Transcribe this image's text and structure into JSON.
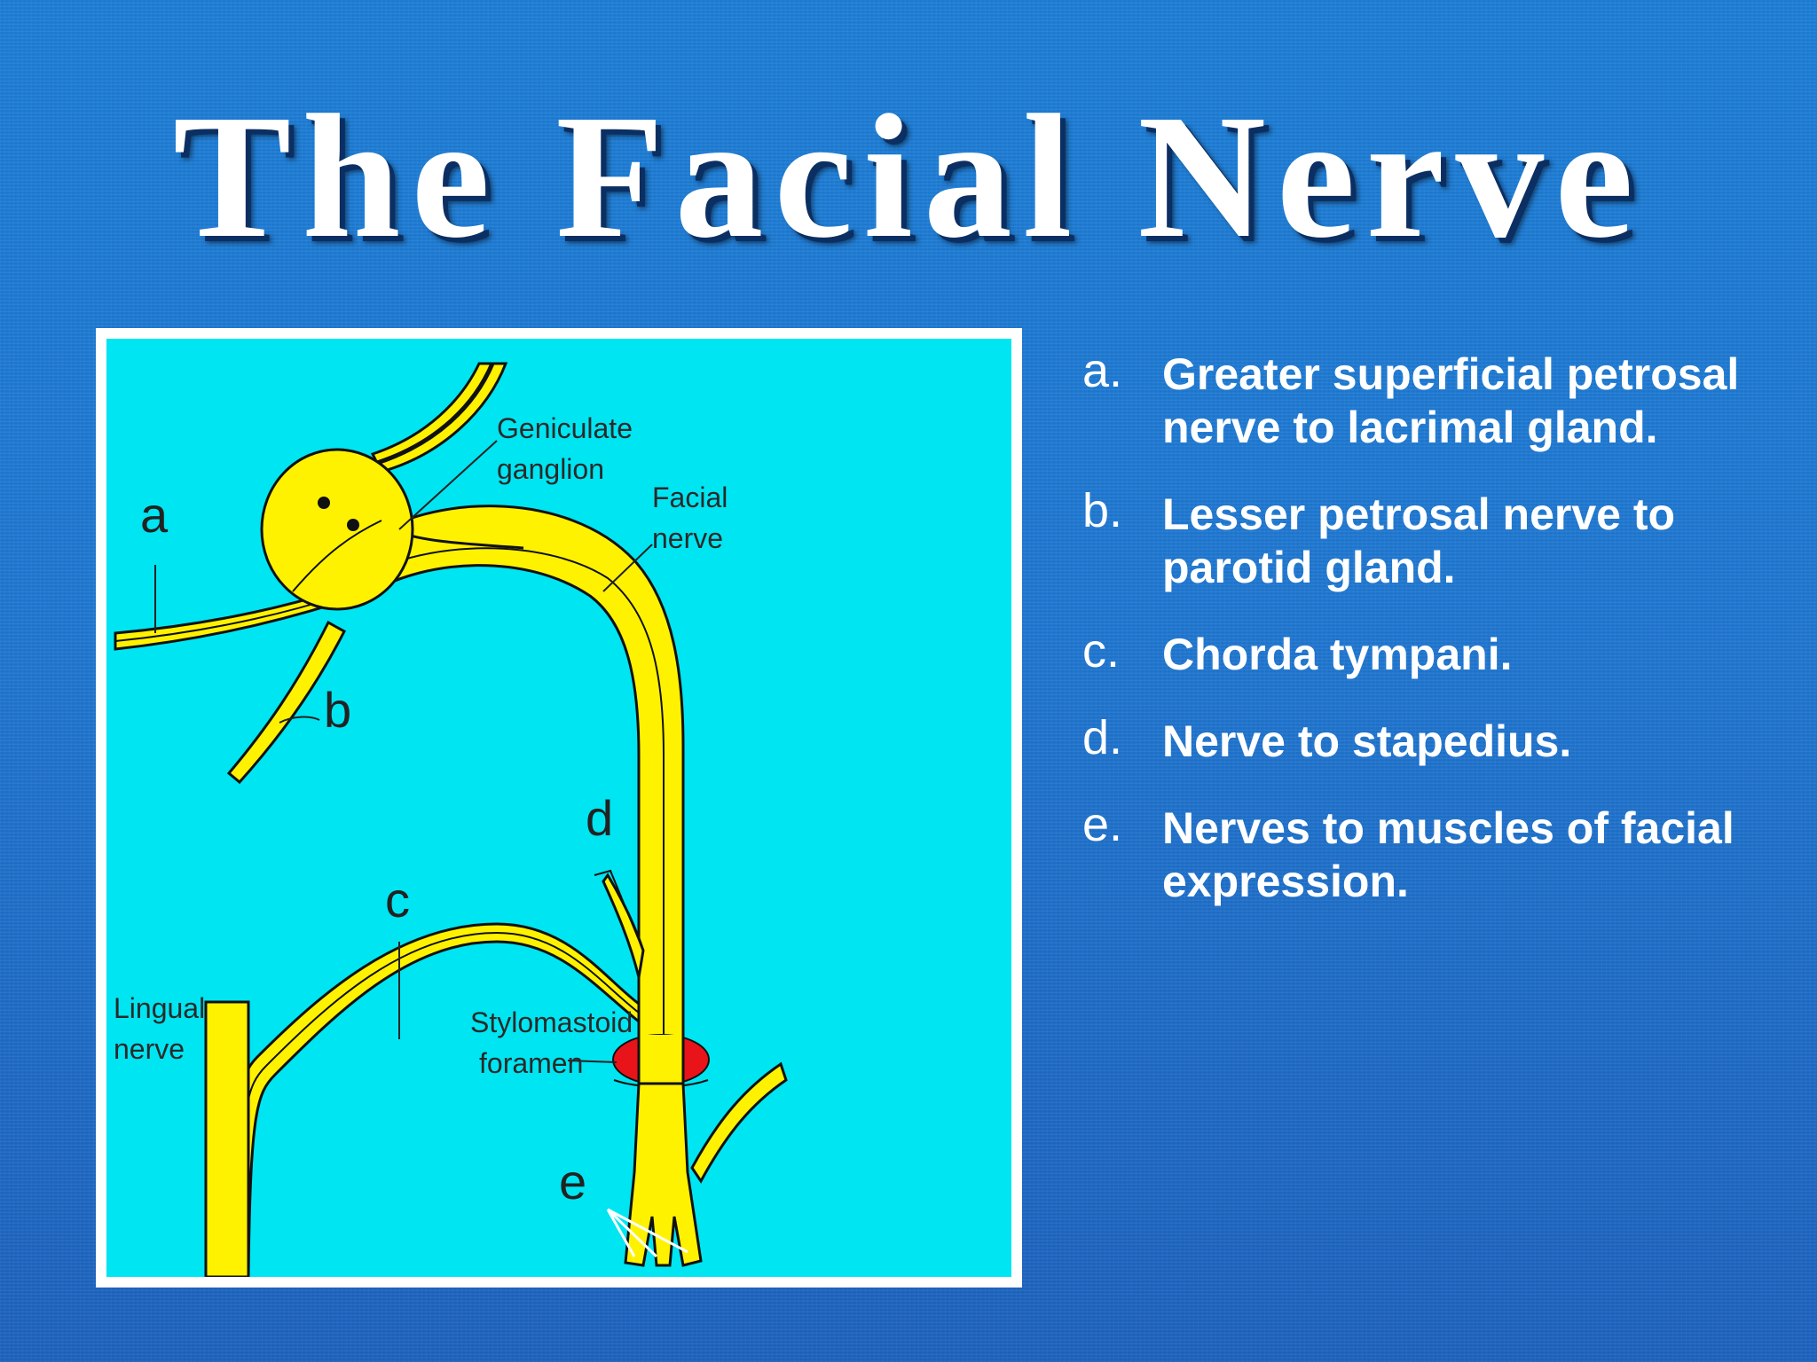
{
  "title": "The Facial Nerve",
  "diagram": {
    "labels": {
      "geniculate_line1": "Geniculate",
      "geniculate_line2": "ganglion",
      "facial_line1": "Facial",
      "facial_line2": "nerve",
      "lingual_line1": "Lingual",
      "lingual_line2": "nerve",
      "stylomastoid_line1": "Stylomastoid",
      "stylomastoid_line2": "foramen"
    },
    "letters": {
      "a": "a",
      "b": "b",
      "c": "c",
      "d": "d",
      "e": "e"
    },
    "colors": {
      "background": "#00e5f2",
      "nerve": "#fff200",
      "foramen": "#e8141a"
    }
  },
  "legend": [
    {
      "letter": "a.",
      "text": "Greater superficial petrosal nerve to lacrimal gland."
    },
    {
      "letter": "b.",
      "text": "Lesser petrosal nerve to parotid gland."
    },
    {
      "letter": "c.",
      "text": "Chorda tympani."
    },
    {
      "letter": "d.",
      "text": "Nerve to stapedius."
    },
    {
      "letter": "e.",
      "text": "Nerves to muscles of facial expression."
    }
  ]
}
